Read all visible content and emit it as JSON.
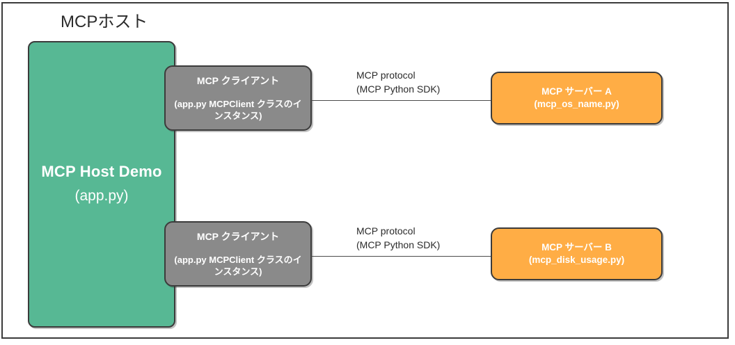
{
  "diagram": {
    "host_frame": {
      "title": "MCPホスト"
    },
    "host_app": {
      "name": "MCP Host Demo",
      "file": "(app.py)",
      "color": "#57b894"
    },
    "clients": [
      {
        "title": "MCP クライアント",
        "subtitle": "(app.py MCPClient クラスのインスタンス)",
        "color": "#8a8a8a"
      },
      {
        "title": "MCP クライアント",
        "subtitle": "(app.py MCPClient クラスのインスタンス)",
        "color": "#8a8a8a"
      }
    ],
    "connectors": [
      {
        "label_line1": "MCP protocol",
        "label_line2": "(MCP Python SDK)"
      },
      {
        "label_line1": "MCP protocol",
        "label_line2": "(MCP Python SDK)"
      }
    ],
    "servers": [
      {
        "title": "MCP サーバー A",
        "file": "(mcp_os_name.py)",
        "color": "#ffad45"
      },
      {
        "title": "MCP サーバー B",
        "file": "(mcp_disk_usage.py)",
        "color": "#ffad45"
      }
    ],
    "colors": {
      "border": "#3b3b3b",
      "text_dark": "#2b2b2b",
      "text_light": "#ffffff",
      "background": "#ffffff"
    }
  }
}
